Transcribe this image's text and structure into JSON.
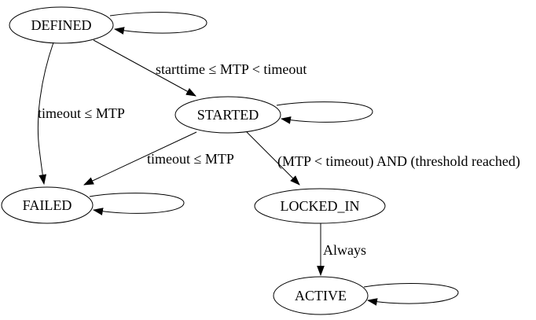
{
  "diagram": {
    "kind": "state-transition-diagram",
    "colors": {
      "background": "#ffffff",
      "node_stroke": "#000000",
      "edge_stroke": "#000000",
      "text": "#000000"
    },
    "nodes": {
      "defined": {
        "label": "DEFINED",
        "self_loop": true
      },
      "started": {
        "label": "STARTED",
        "self_loop": true
      },
      "failed": {
        "label": "FAILED",
        "self_loop": true
      },
      "locked_in": {
        "label": "LOCKED_IN",
        "self_loop": false
      },
      "active": {
        "label": "ACTIVE",
        "self_loop": true
      }
    },
    "edges": {
      "defined_to_started": {
        "from": "DEFINED",
        "to": "STARTED",
        "label": "starttime ≤ MTP < timeout"
      },
      "defined_to_failed": {
        "from": "DEFINED",
        "to": "FAILED",
        "label": "timeout ≤ MTP"
      },
      "started_to_failed": {
        "from": "STARTED",
        "to": "FAILED",
        "label": "timeout ≤ MTP"
      },
      "started_to_locked_in": {
        "from": "STARTED",
        "to": "LOCKED_IN",
        "label": "(MTP < timeout) AND (threshold reached)"
      },
      "locked_in_to_active": {
        "from": "LOCKED_IN",
        "to": "ACTIVE",
        "label": "Always"
      }
    }
  }
}
